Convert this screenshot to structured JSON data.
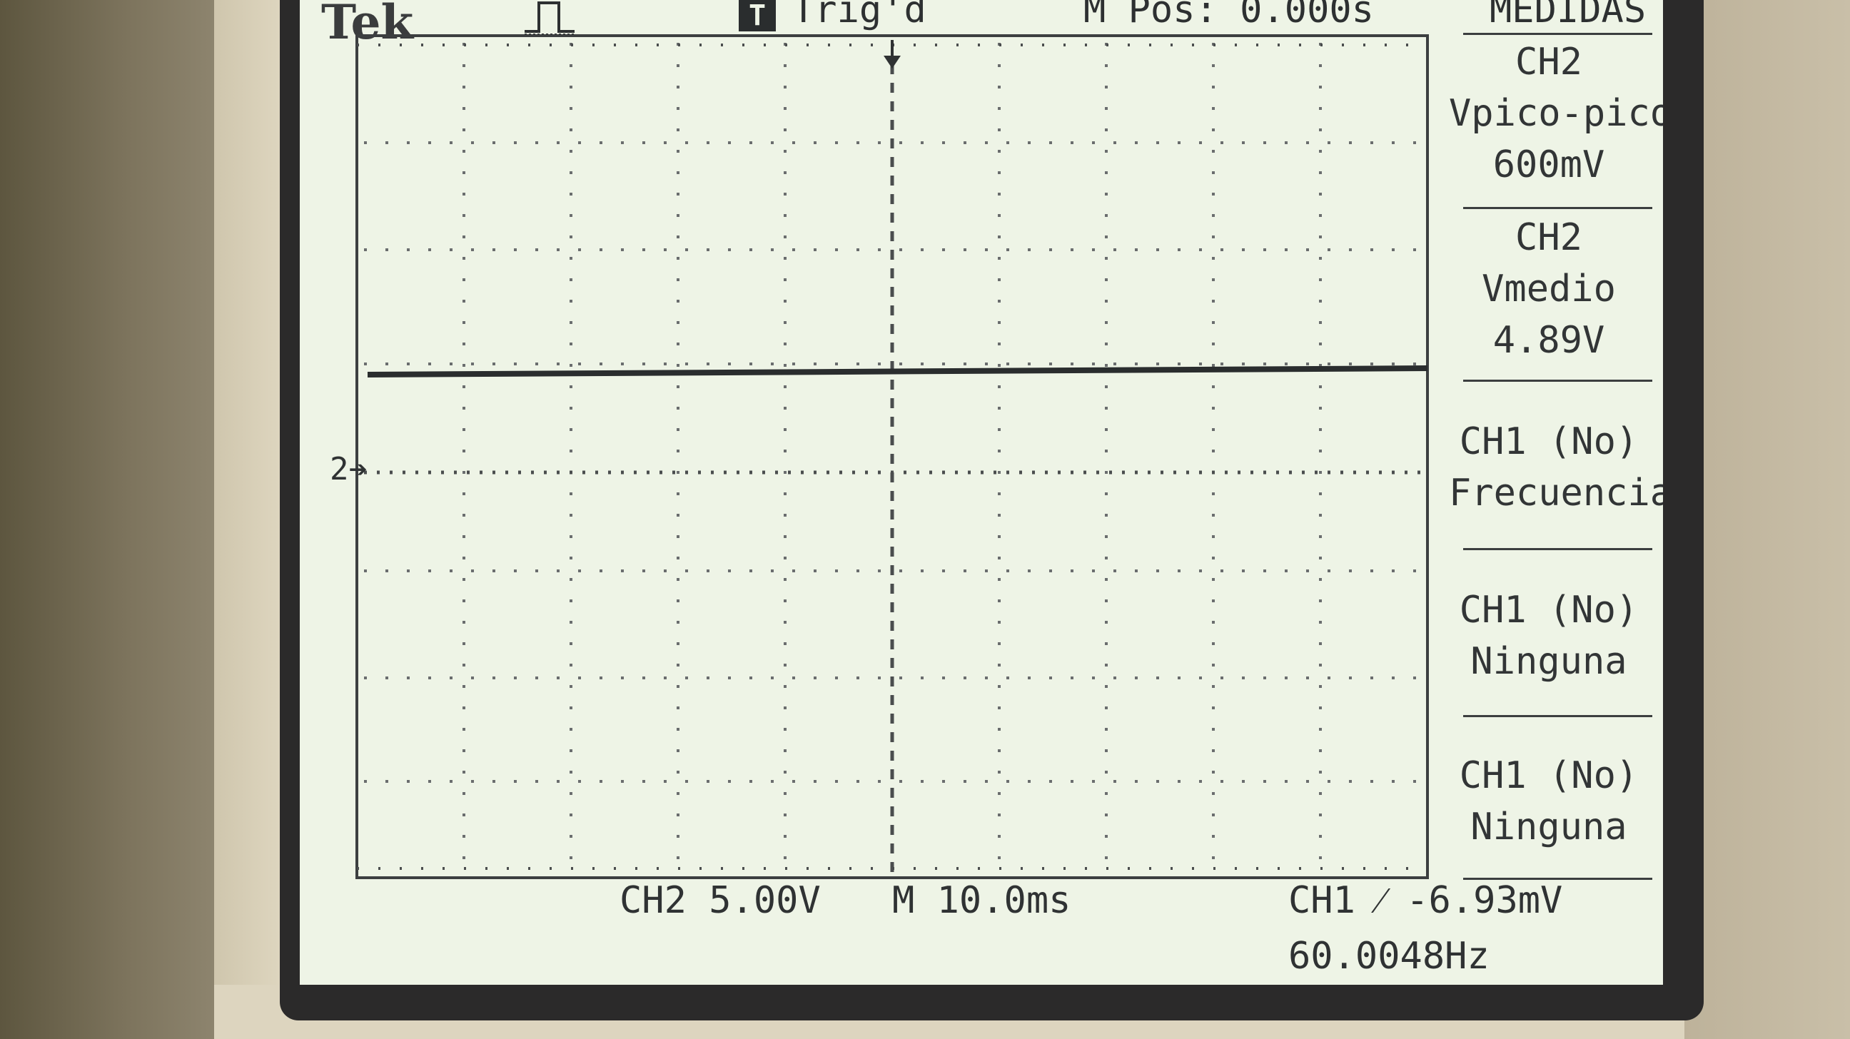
{
  "header": {
    "brand": "Tek",
    "trigger_badge": "T",
    "trigger_status": "Trig'd",
    "position": "M Pos: 0.000s",
    "menu_title": "MEDIDAS"
  },
  "measurements": [
    {
      "line1": "CH2",
      "line2": "Vpico-pico",
      "line3": "600mV"
    },
    {
      "line1": "CH2",
      "line2": "Vmedio",
      "line3": "4.89V"
    },
    {
      "line1": "CH1 (No)",
      "line2": "Frecuencia"
    },
    {
      "line1": "CH1 (No)",
      "line2": "Ninguna"
    },
    {
      "line1": "CH1 (No)",
      "line2": "Ninguna"
    }
  ],
  "footer": {
    "ch2_scale": "CH2  5.00V",
    "timebase": "M 10.0ms",
    "trigger_source": "CH1 ⁄ -6.93mV",
    "frequency": "60.0048Hz"
  },
  "channel_marker": "2",
  "icons": {
    "acquisition": "pulse-waveform-icon",
    "trigger_position": "down-arrow-icon"
  },
  "colors": {
    "screen": "#eef4e6",
    "trace": "#2a2d2e",
    "text": "#2f3233"
  }
}
